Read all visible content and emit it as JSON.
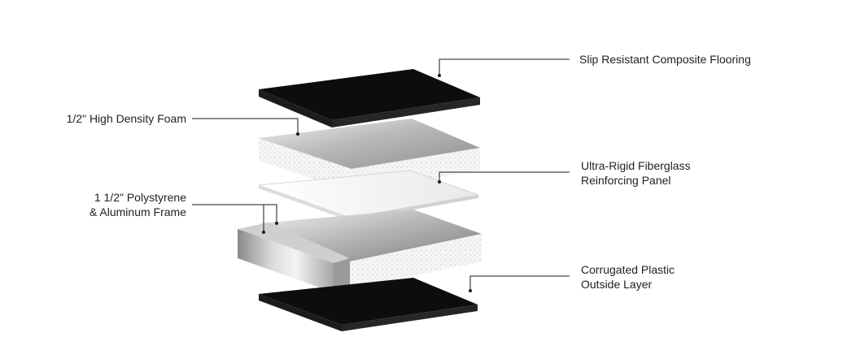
{
  "labels": {
    "flooring": {
      "line1": "Slip Resistant Composite Flooring"
    },
    "foam": {
      "line1": "1/2\" High Density Foam"
    },
    "fiberglass": {
      "line1": "Ultra-Rigid Fiberglass",
      "line2": "Reinforcing Panel"
    },
    "polystyrene": {
      "line1": "1 1/2\" Polystyrene",
      "line2": "& Aluminum Frame"
    },
    "outside": {
      "line1": "Corrugated Plastic",
      "line2": "Outside Layer"
    }
  },
  "colors": {
    "black_layer": "#0d0d0d",
    "foam_top": "#d6d6d6",
    "foam_side": "#f1f1f1",
    "panel": "#f7f7f7",
    "aluminum": "#bdbdbd",
    "leader_line": "#1a1a1a"
  }
}
